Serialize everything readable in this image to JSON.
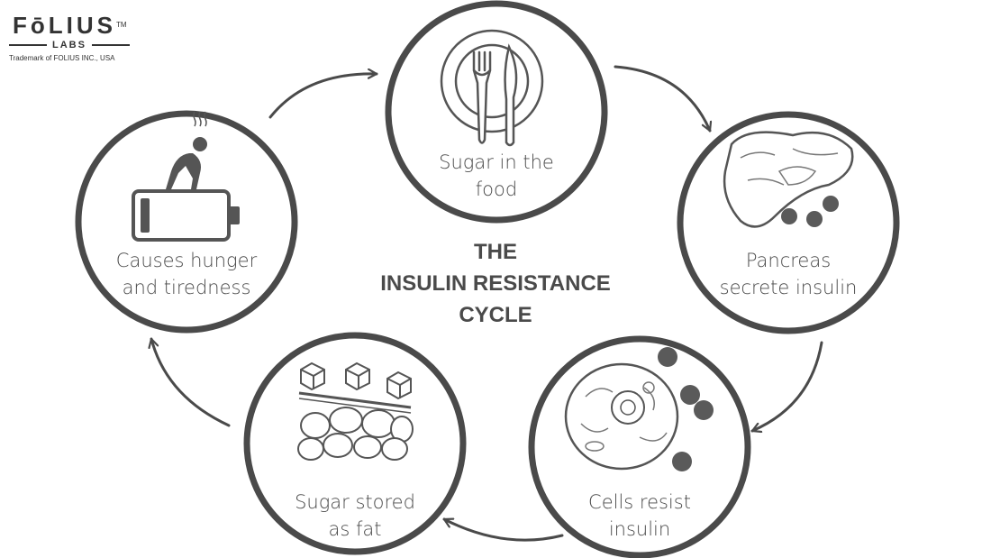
{
  "logo": {
    "brand": "FōLIUS",
    "tm": "TM",
    "sub": "LABS",
    "trademark": "Trademark of FOLIUS INC., USA"
  },
  "title": {
    "line1": "THE",
    "line2": "INSULIN RESISTANCE",
    "line3": "CYCLE"
  },
  "nodes": [
    {
      "id": "food",
      "line1": "Sugar in the",
      "line2": "food",
      "icon": "plate-fork-knife-icon"
    },
    {
      "id": "pancreas",
      "line1": "Pancreas",
      "line2": "secrete insulin",
      "icon": "pancreas-organ-icon"
    },
    {
      "id": "cells",
      "line1": "Cells resist",
      "line2": "insulin",
      "icon": "cell-icon"
    },
    {
      "id": "fat",
      "line1": "Sugar stored",
      "line2": "as fat",
      "icon": "sugar-cubes-fat-tissue-icon"
    },
    {
      "id": "hunger",
      "line1": "Causes hunger",
      "line2": "and tiredness",
      "icon": "tired-person-low-battery-icon"
    }
  ],
  "colors": {
    "ring": "#4a4a4a",
    "text": "#4a4a4a",
    "dots": "#5a5a5a",
    "sketch": "#555555"
  }
}
